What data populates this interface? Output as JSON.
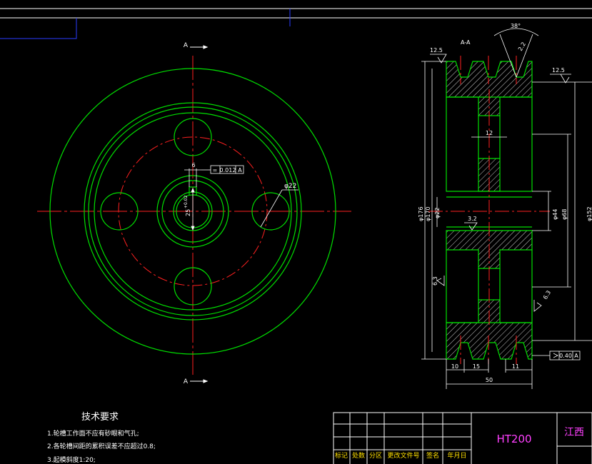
{
  "section_labels": {
    "top": "A",
    "bottom": "A",
    "section_title": "A-A"
  },
  "front_view": {
    "keyway_width": "6",
    "tolerance_symbol": "=",
    "tolerance_value": "0.012",
    "tolerance_datum": "A",
    "hole_dia": "φ22",
    "bore_dim": "25",
    "bore_tol": "+0.02"
  },
  "section_view": {
    "groove_angle": "38°",
    "groove_depth": "2.2",
    "rough_top_left": "12.5",
    "rough_top_right": "12.5",
    "rough_hub": "3.2",
    "rough_left": "6.3",
    "rough_right": "6.3",
    "web_width": "12",
    "dia_outer": "φ176",
    "dia_groove": "φ170",
    "dia_bore": "φ22",
    "dia_hub": "φ44",
    "dia_hub2": "φ68",
    "dia_rim": "φ152",
    "bottom_10": "10",
    "bottom_15": "15",
    "bottom_11": "11",
    "total_width": "50",
    "runout_value": "0.40",
    "runout_datum": "A"
  },
  "tech_req": {
    "title": "技术要求",
    "lines": [
      "1.轮槽工作面不应有砂眼和气孔;",
      "2.各轮槽间距的累积误差不应超过0.8;",
      "3.起模斜度1:20;"
    ]
  },
  "title_block": {
    "headers": [
      "标记",
      "处数",
      "分区",
      "更改文件号",
      "签名",
      "年月日"
    ],
    "material": "HT200",
    "company": "江西"
  },
  "colors": {
    "outline": "#00e000",
    "centerline": "#ff2020",
    "dimension": "#ffffff",
    "frame": "#2a3cff",
    "hatch": "#ffffff",
    "material_text": "#ff40ff"
  }
}
